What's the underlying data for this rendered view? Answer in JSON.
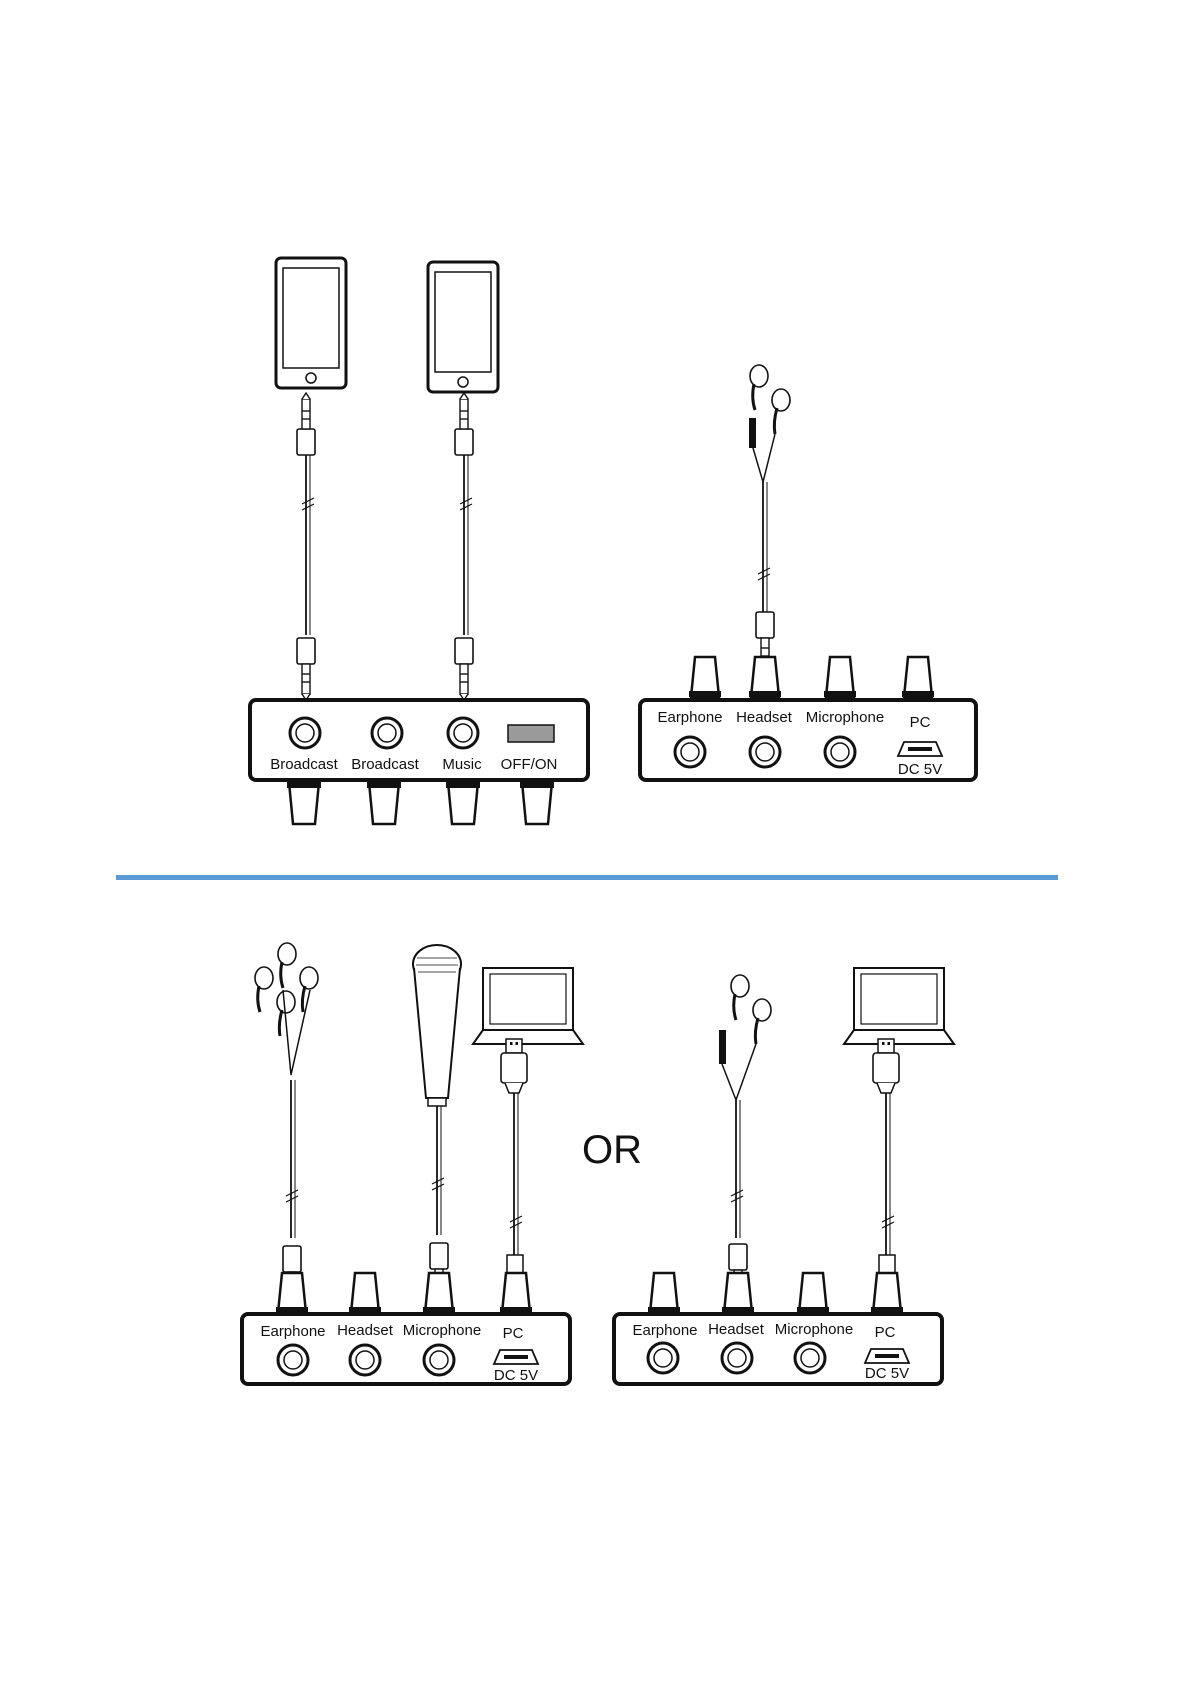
{
  "top_left_panel": {
    "labels": [
      "Broadcast",
      "Broadcast",
      "Music",
      "OFF/ON"
    ]
  },
  "top_right_panel": {
    "labels": [
      "Earphone",
      "Headset",
      "Microphone",
      "PC"
    ],
    "usb_label": "DC 5V"
  },
  "bottom_left_panel": {
    "labels": [
      "Earphone",
      "Headset",
      "Microphone",
      "PC"
    ],
    "usb_label": "DC 5V"
  },
  "bottom_right_panel": {
    "labels": [
      "Earphone",
      "Headset",
      "Microphone",
      "PC"
    ],
    "usb_label": "DC 5V"
  },
  "separator_text": "OR",
  "colors": {
    "divider": "#5b9bd5",
    "outline": "#111111",
    "switch": "#9a9a9a"
  }
}
